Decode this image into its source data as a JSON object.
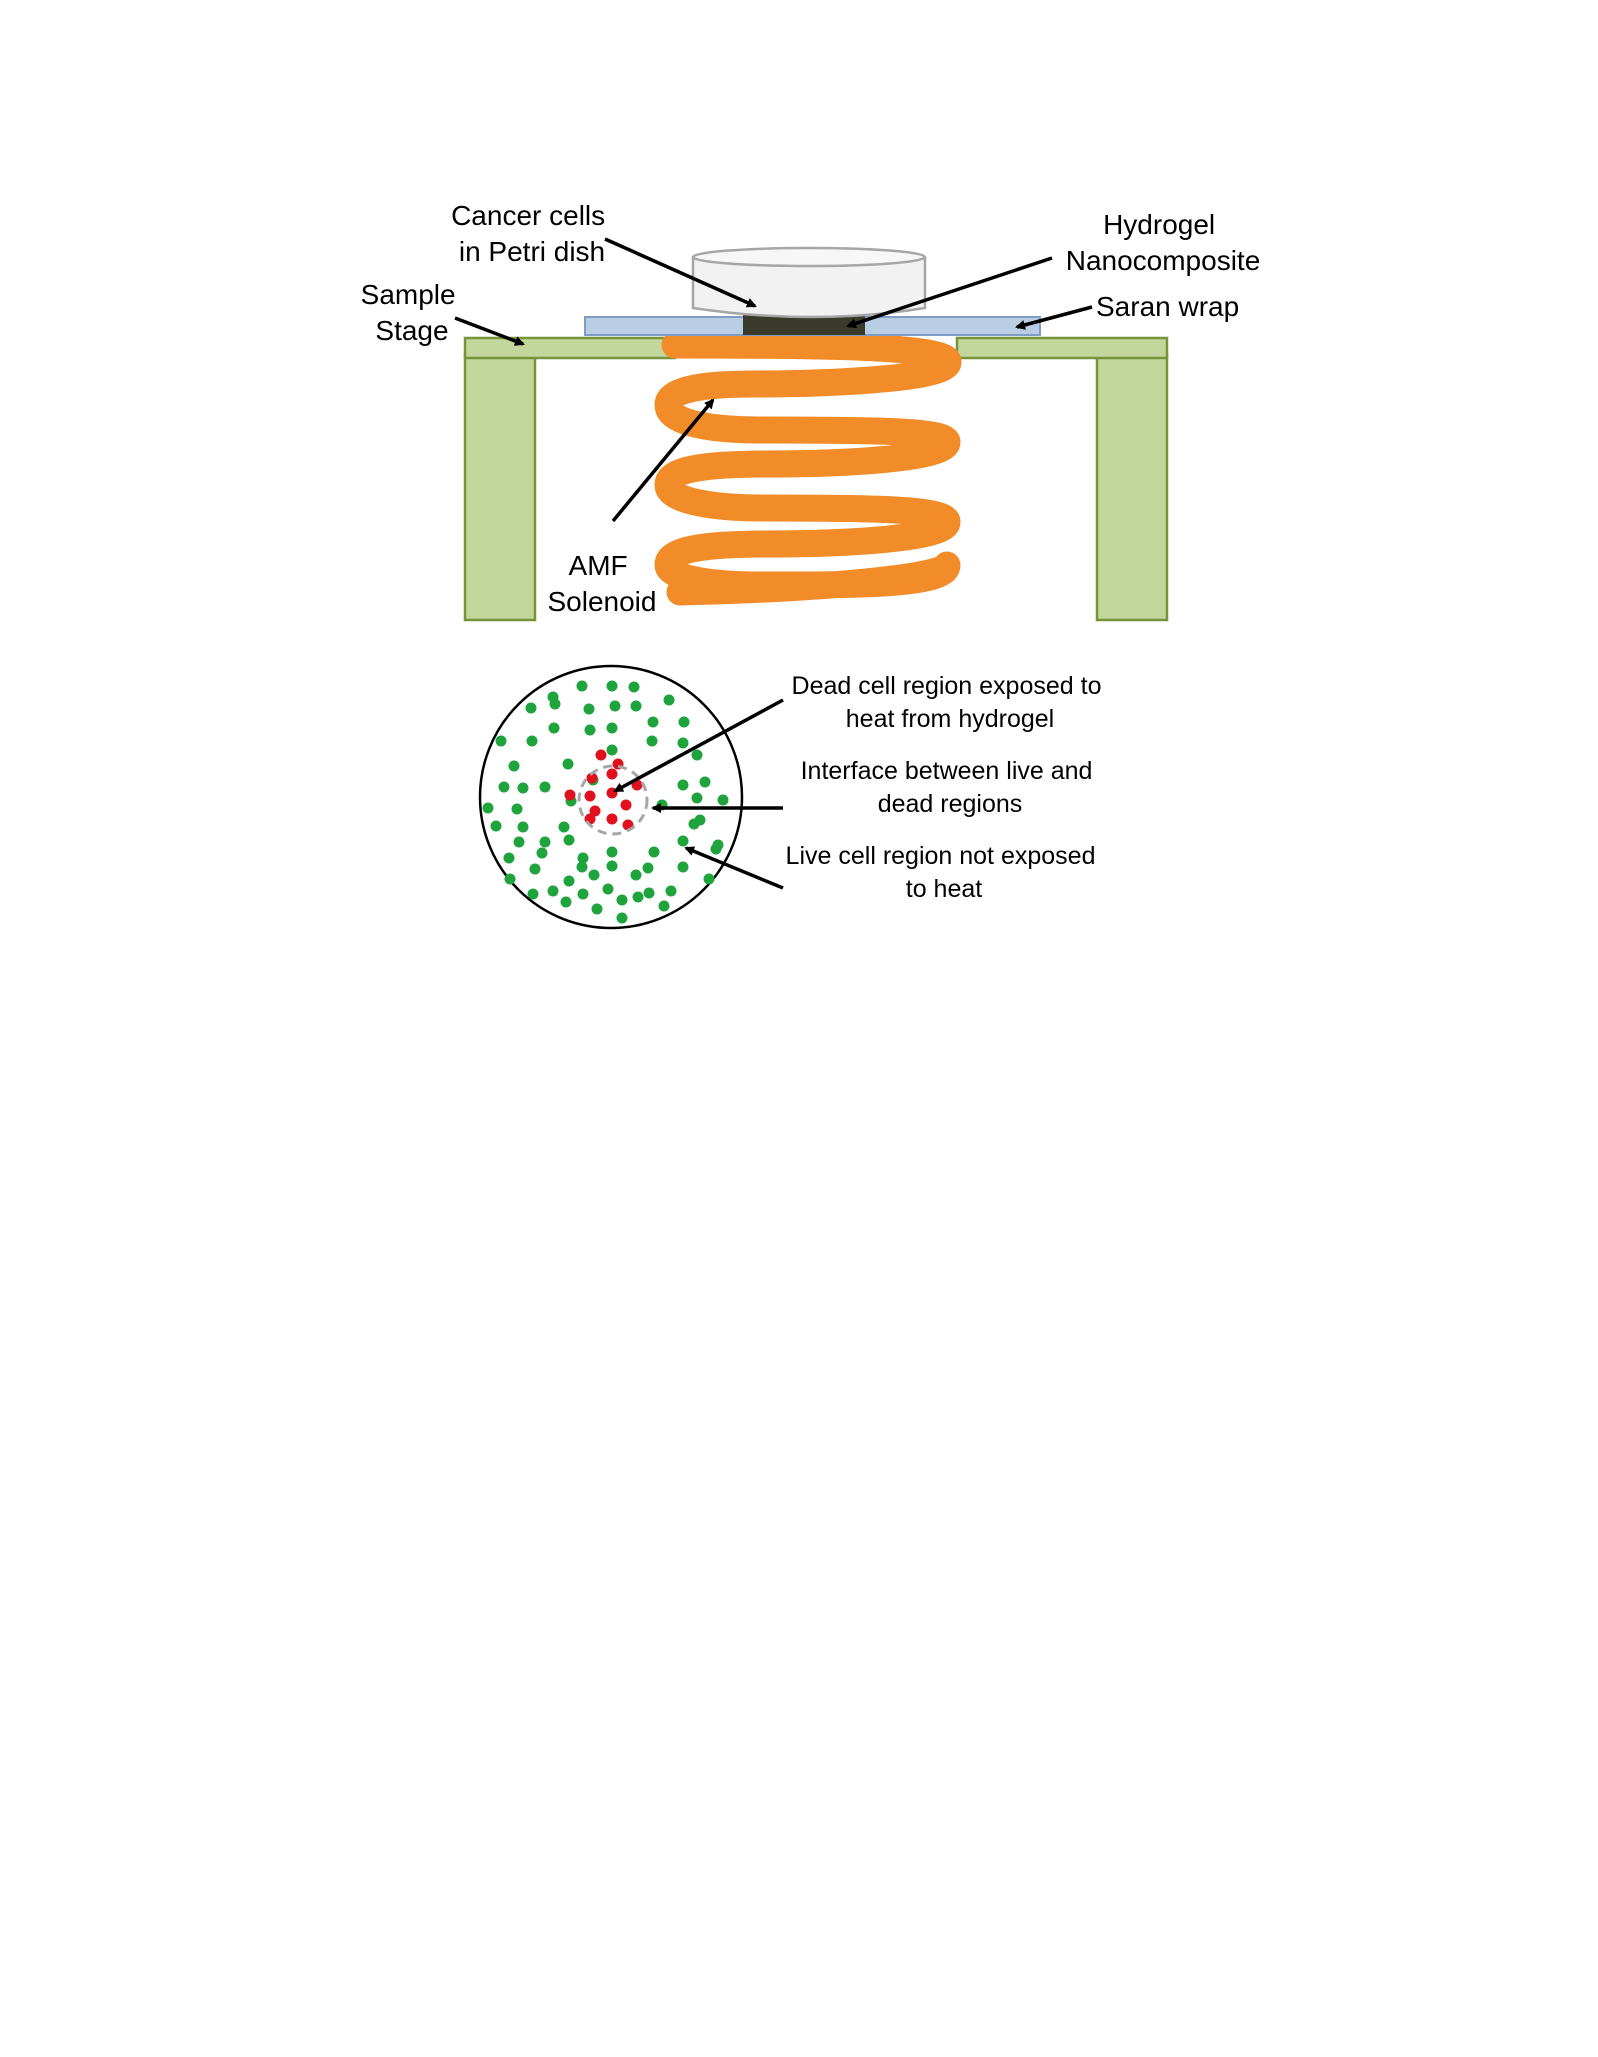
{
  "labels": {
    "cancer_cells": [
      "Cancer cells",
      "in Petri dish"
    ],
    "hydrogel": [
      "Hydrogel",
      "Nanocomposite"
    ],
    "sample_stage": [
      "Sample",
      "Stage"
    ],
    "saran_wrap": [
      "Saran wrap"
    ],
    "amf_solenoid": [
      "AMF",
      "Solenoid"
    ],
    "dead_region": [
      "Dead cell region exposed to",
      "heat from hydrogel"
    ],
    "interface": [
      "Interface between live and",
      "dead regions"
    ],
    "live_region": [
      "Live cell region not exposed",
      "to heat"
    ]
  },
  "colors": {
    "stage_fill": "#c3d69b",
    "stage_stroke": "#77933c",
    "saran_fill": "#b9cde5",
    "saran_stroke": "#7f9cc6",
    "hydrogel_fill": "#3a3a2a",
    "dish_fill": "#f2f2f2",
    "dish_stroke": "#a6a6a6",
    "coil": "#f28c28",
    "live_cell": "#1fa33d",
    "dead_cell": "#e0101e",
    "interface_ring": "#a6a6a6"
  }
}
